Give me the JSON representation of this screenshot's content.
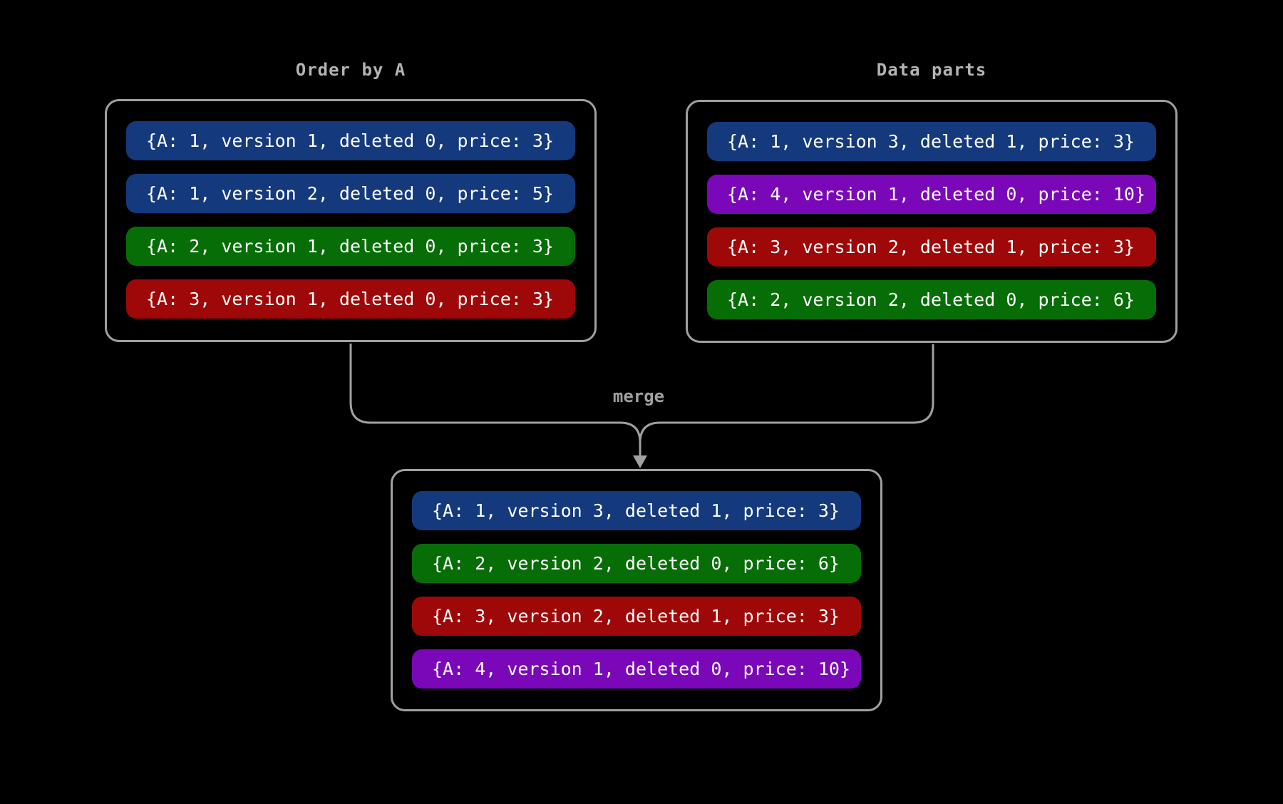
{
  "diagram": {
    "background": "#000000",
    "colors": {
      "blue": "#143a7d",
      "green": "#076d07",
      "red": "#9e0808",
      "purple": "#7a08b8",
      "border": "#a0a0a0",
      "title": "#b3b3b3",
      "row_text": "#ffffff"
    },
    "merge_label": "merge",
    "boxes": {
      "left": {
        "title": "Order by A",
        "rows": [
          {
            "color": "blue",
            "text": "{A: 1, version 1, deleted 0, price: 3}"
          },
          {
            "color": "blue",
            "text": "{A: 1, version 2, deleted 0, price: 5}"
          },
          {
            "color": "green",
            "text": "{A: 2, version 1, deleted 0, price: 3}"
          },
          {
            "color": "red",
            "text": "{A: 3, version 1, deleted 0, price: 3}"
          }
        ]
      },
      "right": {
        "title": "Data parts",
        "rows": [
          {
            "color": "blue",
            "text": "{A: 1, version 3, deleted 1, price: 3}"
          },
          {
            "color": "purple",
            "text": "{A: 4, version 1, deleted 0, price: 10}"
          },
          {
            "color": "red",
            "text": "{A: 3, version 2, deleted 1, price: 3}"
          },
          {
            "color": "green",
            "text": "{A: 2, version 2, deleted 0, price: 6}"
          }
        ]
      },
      "merged": {
        "rows": [
          {
            "color": "blue",
            "text": "{A: 1, version 3, deleted 1, price: 3}"
          },
          {
            "color": "green",
            "text": "{A: 2, version 2, deleted 0, price: 6}"
          },
          {
            "color": "red",
            "text": "{A: 3, version 2, deleted 1, price: 3}"
          },
          {
            "color": "purple",
            "text": "{A: 4, version 1, deleted 0, price: 10}"
          }
        ]
      }
    }
  }
}
